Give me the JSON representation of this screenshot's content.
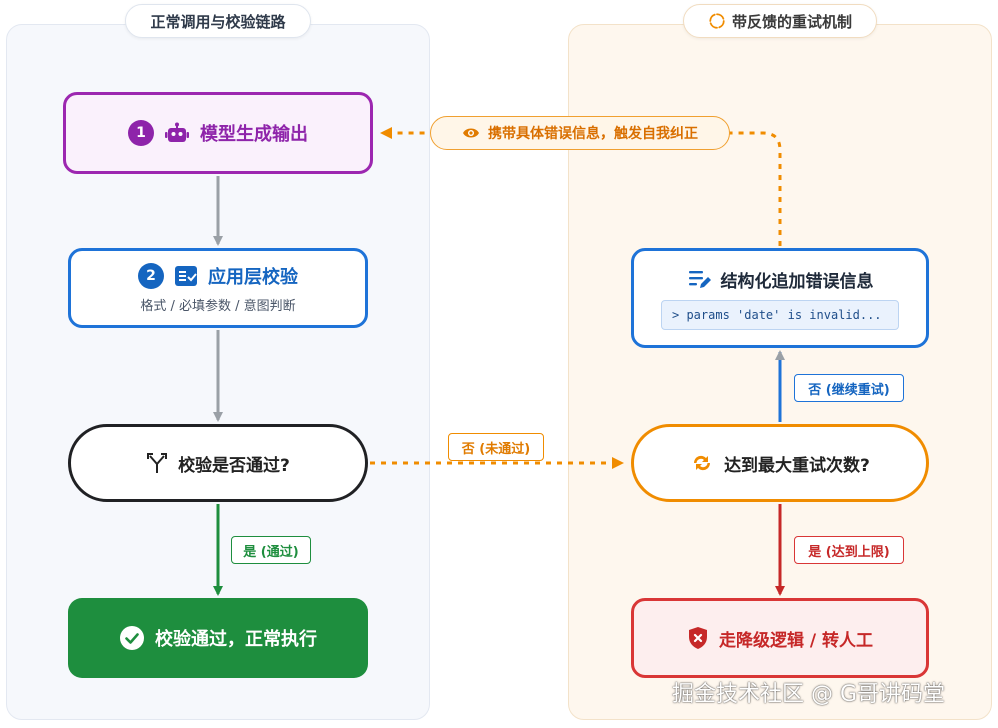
{
  "panels": {
    "left_title": "正常调用与校验链路",
    "right_title": "带反馈的重试机制"
  },
  "nodes": {
    "model": {
      "step": "1",
      "title": "模型生成输出"
    },
    "app_check": {
      "step": "2",
      "title": "应用层校验",
      "subtitle": "格式 / 必填参数 / 意图判断"
    },
    "decision_pass": {
      "title": "校验是否通过?"
    },
    "success": {
      "title": "校验通过，正常执行"
    },
    "structured_error": {
      "title": "结构化追加错误信息",
      "code": "> params 'date' is invalid..."
    },
    "decision_retry": {
      "title": "达到最大重试次数?"
    },
    "fallback": {
      "title": "走降级逻辑 / 转人工"
    }
  },
  "edges": {
    "yes_pass": "是 (通过)",
    "no_pass": "否 (未通过)",
    "no_retry": "否 (继续重试)",
    "yes_limit": "是 (达到上限)",
    "feedback": "携带具体错误信息，触发自我纠正"
  },
  "watermark": "掘金技术社区 @ G哥讲码堂",
  "colors": {
    "purple": "#8e24aa",
    "blue": "#1565c0",
    "green": "#1e8e3e",
    "orange": "#f08c00",
    "red": "#d93636",
    "gray_arrow": "#9aa0a6"
  },
  "icons": [
    "robot-icon",
    "checklist-icon",
    "split-icon",
    "check-circle-icon",
    "edit-list-icon",
    "sync-icon",
    "shield-x-icon",
    "eye-icon",
    "recycle-icon"
  ]
}
